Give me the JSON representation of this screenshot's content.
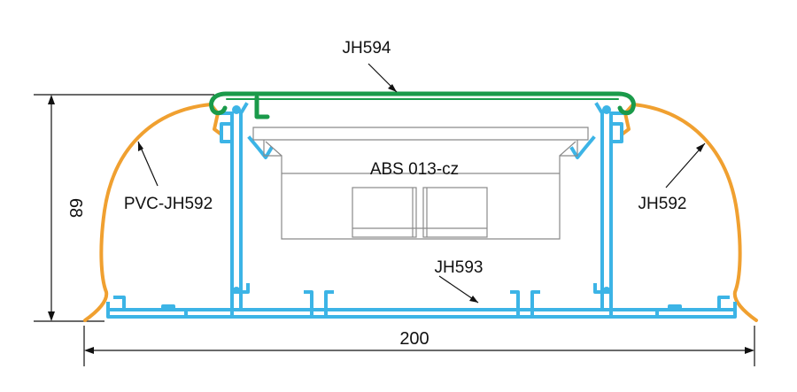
{
  "labels": {
    "top_cover": "JH594",
    "left_cap": "PVC-JH592",
    "right_cap": "JH592",
    "center_box": "ABS 013-cz",
    "base": "JH593"
  },
  "dimensions": {
    "height": "68",
    "width": "200"
  },
  "colors": {
    "cover": "#1a9a4a",
    "caps": "#f0a030",
    "base": "#3cb4e6",
    "box": "#8a8a8a",
    "lines": "#111111"
  }
}
